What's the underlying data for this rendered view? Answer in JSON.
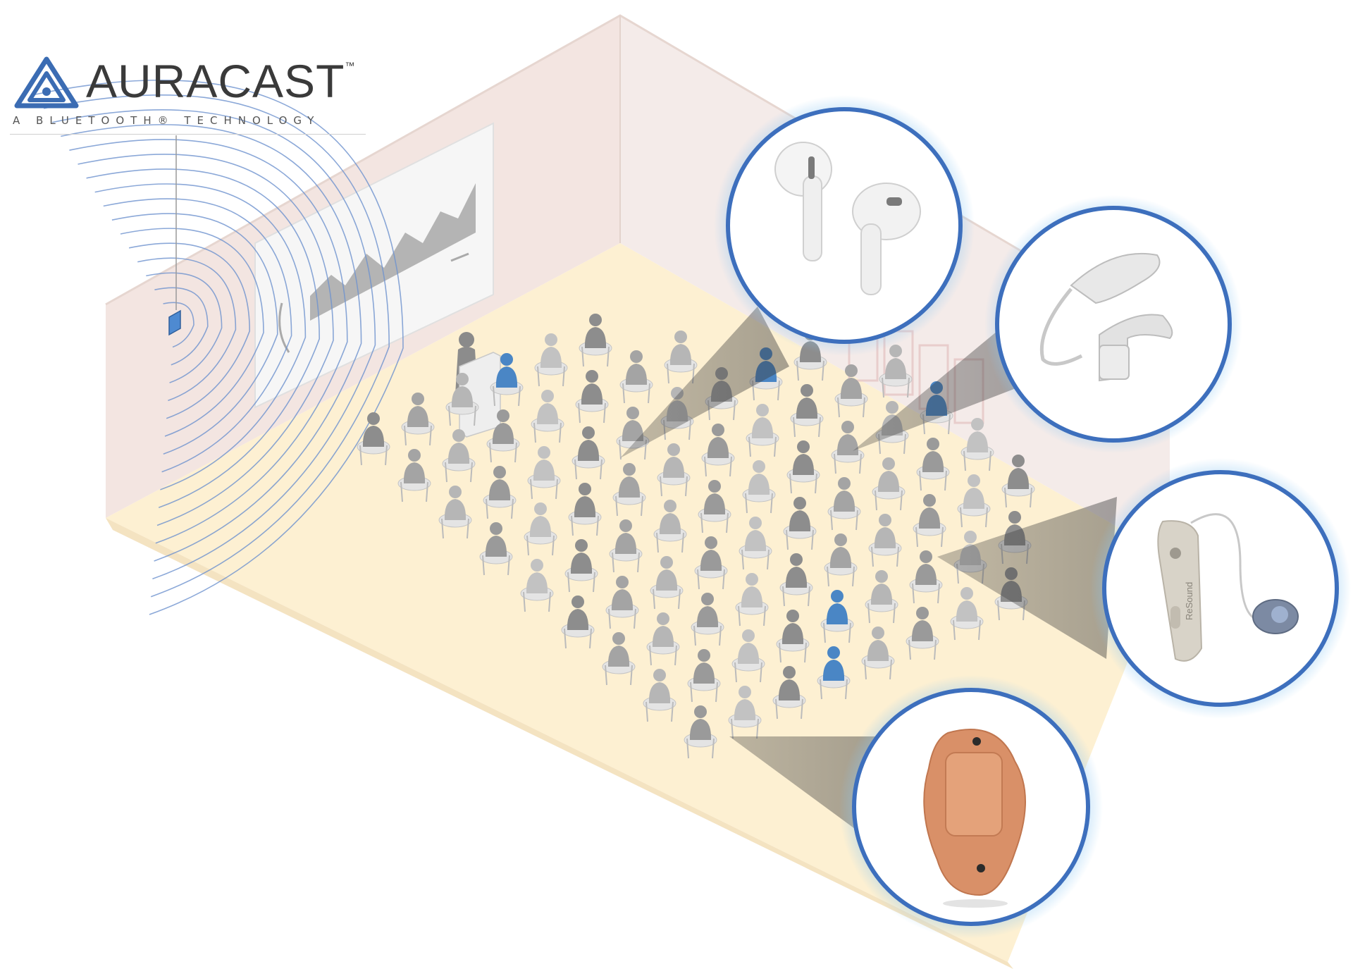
{
  "logo": {
    "brand_name": "AURACAST",
    "trademark": "™",
    "tagline": "A BLUETOOTH® TECHNOLOGY",
    "icon": "auracast-triangle-logo-icon",
    "color": "#3b6cb3"
  },
  "scene": {
    "transmitter_icon": "broadcast-transmitter-icon",
    "projection_screen_icon": "presentation-chart-icon",
    "speaker_icon": "presenter-at-podium-icon",
    "audience_icon": "seated-audience-person-icon",
    "highlighted_listener_color": "#4a86c5",
    "broadcast_wave_color": "#6f93cf"
  },
  "devices": [
    {
      "name": "earbuds",
      "icon": "wireless-earbuds-icon"
    },
    {
      "name": "cochlear-implant-processor",
      "icon": "cochlear-implant-icon"
    },
    {
      "name": "behind-the-ear-hearing-aid",
      "icon": "receiver-in-canal-hearing-aid-icon",
      "printed_text": "ReSound"
    },
    {
      "name": "in-the-ear-hearing-aid",
      "icon": "in-the-ear-hearing-aid-icon"
    }
  ],
  "colors": {
    "device_ring": "#3d6fbd",
    "device_glow": "#8ec8f2",
    "floor": "#fdf1d3",
    "walls": "#f3e6e1",
    "beam": "#4b4b4b"
  }
}
